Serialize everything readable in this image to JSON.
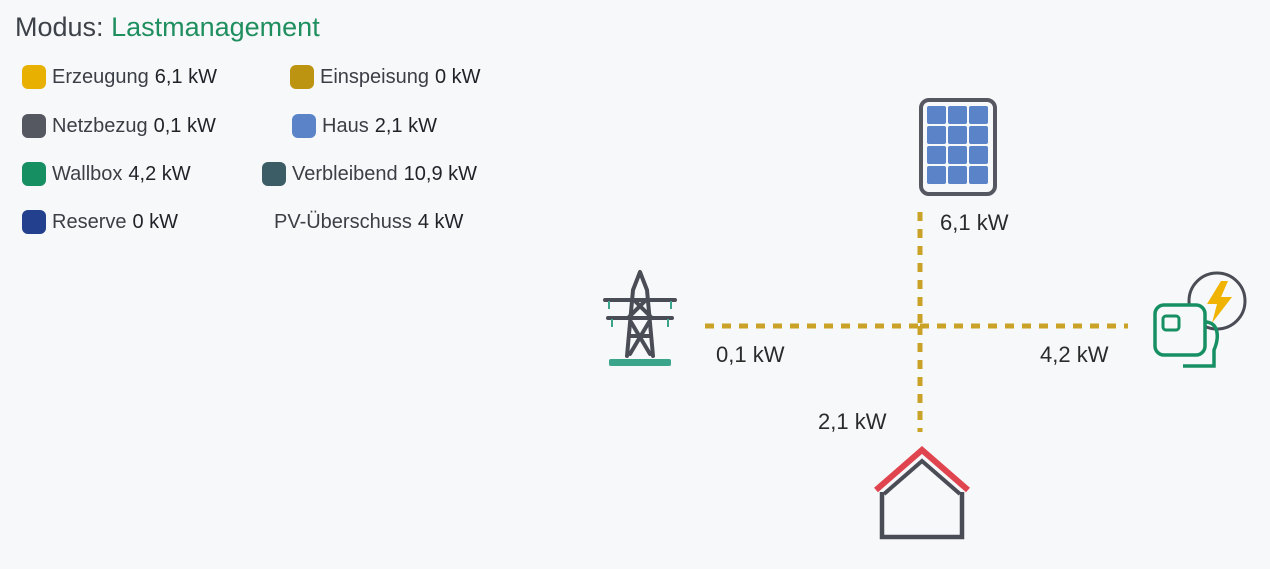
{
  "mode": {
    "label": "Modus:",
    "value": "Lastmanagement"
  },
  "legend": [
    {
      "name": "Erzeugung",
      "value": "6,1 kW",
      "color": "#e8b000"
    },
    {
      "name": "Einspeisung",
      "value": "0 kW",
      "color": "#bd9412"
    },
    {
      "name": "Netzbezug",
      "value": "0,1 kW",
      "color": "#555860"
    },
    {
      "name": "Haus",
      "value": "2,1 kW",
      "color": "#5b83c8"
    },
    {
      "name": "Wallbox",
      "value": "4,2 kW",
      "color": "#168f63"
    },
    {
      "name": "Verbleibend",
      "value": "10,9 kW",
      "color": "#3d5d66"
    },
    {
      "name": "Reserve",
      "value": "0 kW",
      "color": "#23408e"
    },
    {
      "name": "PV-Überschuss",
      "value": "4 kW",
      "color": null
    }
  ],
  "flows": {
    "pv": "6,1 kW",
    "grid": "0,1 kW",
    "wallbox": "4,2 kW",
    "house": "2,1 kW"
  },
  "colors": {
    "flow_line": "#c9a227",
    "pv_panel": "#5b83c8",
    "pv_frame": "#555860",
    "grid_tower": "#4a4d55",
    "grid_base": "#3aa58a",
    "house_roof": "#e0454f",
    "house_body": "#4a4d55",
    "wallbox": "#168f63",
    "lightning": "#f0b400"
  },
  "icons": {
    "pv": "solar-panel-icon",
    "grid": "power-tower-icon",
    "wallbox": "wallbox-charger-icon",
    "house": "house-icon"
  }
}
